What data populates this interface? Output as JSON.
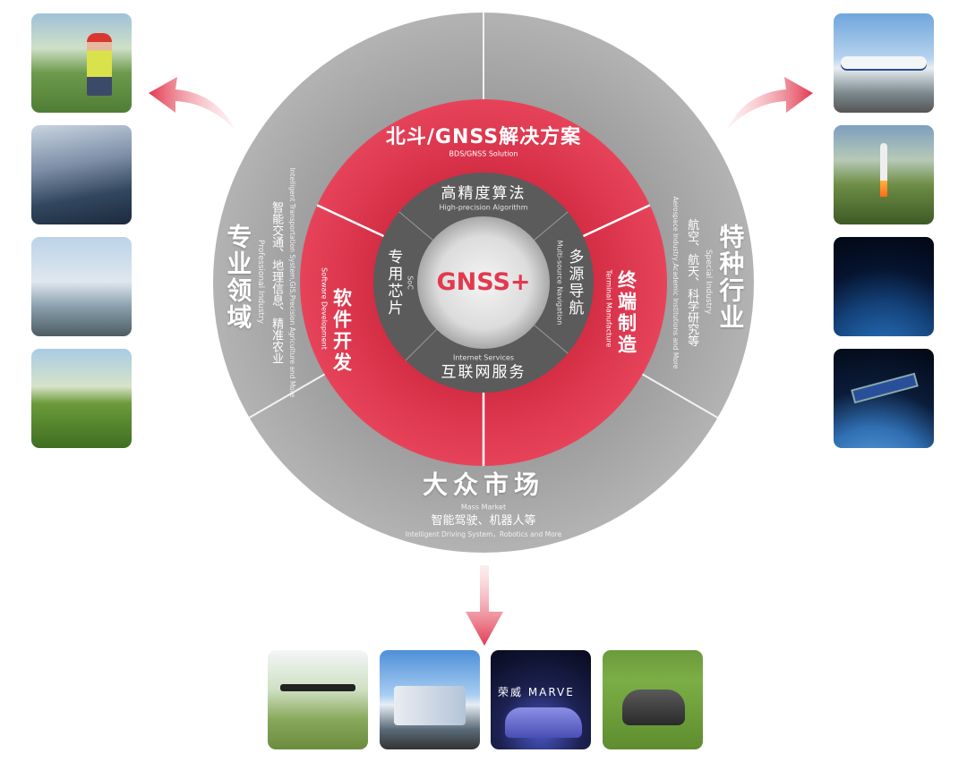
{
  "center": {
    "label": "GNSS+"
  },
  "inner_ring": [
    {
      "title": "高精度算法",
      "subtitle": "High-precision Algorithm"
    },
    {
      "title": "多源导航",
      "subtitle": "Multi-source Navigation"
    },
    {
      "title": "互联网服务",
      "subtitle": "Internet Services"
    },
    {
      "title": "专用芯片",
      "subtitle": "SoC"
    }
  ],
  "middle_ring": [
    {
      "title": "北斗/GNSS解决方案",
      "subtitle": "BDS/GNSS Solution"
    },
    {
      "title": "终端制造",
      "subtitle": "Terminal Manufacture"
    },
    {
      "title": "软件开发",
      "subtitle": "Software Development"
    }
  ],
  "outer_ring": [
    {
      "title": "专业领域",
      "subtitle": "Professional Industry",
      "desc": "智能交通、地理信息、精准农业",
      "desc_en": "Intelligent Transportation System,GIS,Precision Agriculture and More"
    },
    {
      "title": "特种行业",
      "subtitle": "Special Industry",
      "desc": "航空、航天、科学研究等",
      "desc_en": "Aerospace Industry,Academic Institutions and More"
    },
    {
      "title": "大众市场",
      "subtitle": "Mass Market",
      "desc": "智能驾驶、机器人等",
      "desc_en": "Intelligent Driving System，Robotics and More"
    }
  ],
  "photos": {
    "left": [
      "surveyor-worker",
      "mountain-highway",
      "power-station-workers",
      "farm-sprayer"
    ],
    "right": [
      "united-airplane",
      "rocket-launch",
      "earth-network-satellite",
      "satellite-orbit"
    ],
    "bottom": [
      "agricultural-drone",
      "trucks",
      "car-launch",
      "robotic-mower"
    ],
    "car_logo_text": "荣威 MARVE"
  },
  "colors": {
    "red": "#e2394f",
    "grey": "#a7a7a7",
    "dark": "#5b5b5b"
  }
}
